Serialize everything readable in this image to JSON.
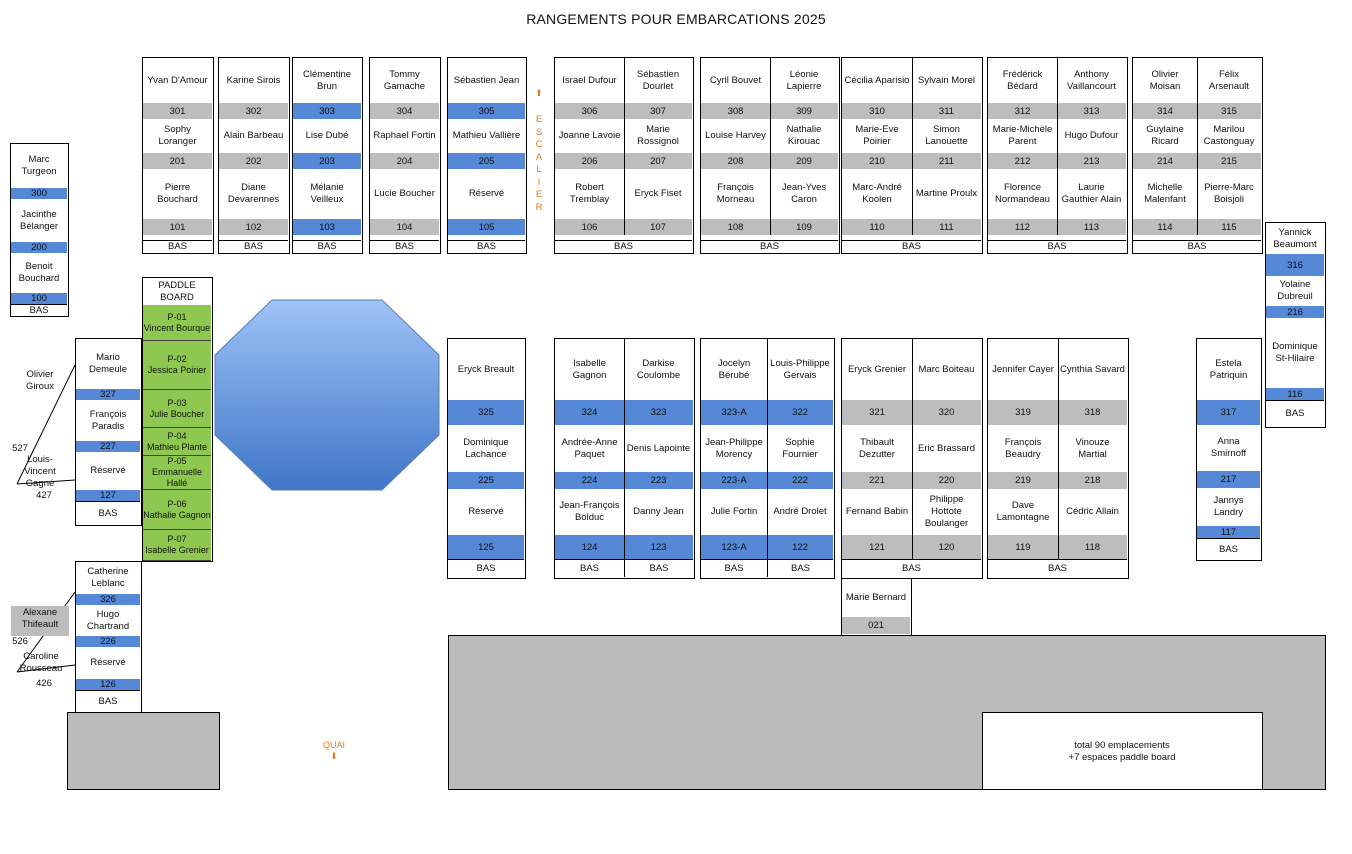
{
  "title": "RANGEMENTS POUR EMBARCATIONS 2025",
  "bas": "BAS",
  "paddle_title": "PADDLE BOARD",
  "paddle": [
    {
      "code": "P-01",
      "name": "Vincent Bourque"
    },
    {
      "code": "P-02",
      "name": "Jessica Poirier"
    },
    {
      "code": "P-03",
      "name": "Julie Boucher"
    },
    {
      "code": "P-04",
      "name": "Mathieu Plante"
    },
    {
      "code": "P-05",
      "name": "Emmanuelle Hallé"
    },
    {
      "code": "P-06",
      "name": "Nathalie Gagnon"
    },
    {
      "code": "P-07",
      "name": "Isabelle Grenier"
    }
  ],
  "escalier": "ESCALIER",
  "quai": "QUAI",
  "total_line1": "total 90 emplacements",
  "total_line2": "+7 espaces paddle board",
  "far_left": [
    {
      "name": "Marc Turgeon",
      "num": "300",
      "color": "blue"
    },
    {
      "name": "Jacinthe Bélanger",
      "num": "200",
      "color": "blue"
    },
    {
      "name": "Benoit Bouchard",
      "num": "100",
      "color": "blue"
    }
  ],
  "top_singles": [
    {
      "cells": [
        {
          "name": "Yvan D'Amour",
          "num": "301",
          "color": "gray"
        },
        {
          "name": "Sophy Loranger",
          "num": "201",
          "color": "gray"
        },
        {
          "name": "Pierre Bouchard",
          "num": "101",
          "color": "gray"
        }
      ]
    },
    {
      "cells": [
        {
          "name": "Karine Sirois",
          "num": "302",
          "color": "gray"
        },
        {
          "name": "Alain Barbeau",
          "num": "202",
          "color": "gray"
        },
        {
          "name": "Diane Devarennes",
          "num": "102",
          "color": "gray"
        }
      ]
    },
    {
      "cells": [
        {
          "name": "Clémentine Brun",
          "num": "303",
          "color": "blue"
        },
        {
          "name": "Lise Dubé",
          "num": "203",
          "color": "blue"
        },
        {
          "name": "Mélanie Veilleux",
          "num": "103",
          "color": "blue"
        }
      ]
    },
    {
      "cells": [
        {
          "name": "Tommy Gamache",
          "num": "304",
          "color": "gray"
        },
        {
          "name": "Raphael Fortin",
          "num": "204",
          "color": "gray"
        },
        {
          "name": "Lucie Boucher",
          "num": "104",
          "color": "gray"
        }
      ]
    },
    {
      "cells": [
        {
          "name": "Sébastien Jean",
          "num": "305",
          "color": "blue"
        },
        {
          "name": "Mathieu Vallière",
          "num": "205",
          "color": "blue"
        },
        {
          "name": "Réservé",
          "num": "105",
          "color": "blue"
        }
      ]
    }
  ],
  "top_pairs": [
    {
      "cols": [
        [
          {
            "name": "Israel Dufour",
            "num": "306"
          },
          {
            "name": "Joanne Lavoie",
            "num": "206"
          },
          {
            "name": "Robert Tremblay",
            "num": "106"
          }
        ],
        [
          {
            "name": "Sébastien Dourlet",
            "num": "307"
          },
          {
            "name": "Marie Rossignol",
            "num": "207"
          },
          {
            "name": "Eryck Fiset",
            "num": "107"
          }
        ]
      ]
    },
    {
      "cols": [
        [
          {
            "name": "Cyril Bouvet",
            "num": "308"
          },
          {
            "name": "Louise Harvey",
            "num": "208"
          },
          {
            "name": "François Morneau",
            "num": "108"
          }
        ],
        [
          {
            "name": "Léonie Lapierre",
            "num": "309"
          },
          {
            "name": "Nathalie Kirouac",
            "num": "209"
          },
          {
            "name": "Jean-Yves Caron",
            "num": "109"
          }
        ]
      ]
    },
    {
      "cols": [
        [
          {
            "name": "Cécilia Aparisio",
            "num": "310"
          },
          {
            "name": "Marie-Eve Poirier",
            "num": "210"
          },
          {
            "name": "Marc-André Koolen",
            "num": "110"
          }
        ],
        [
          {
            "name": "Sylvain Morel",
            "num": "311"
          },
          {
            "name": "Simon Lanouette",
            "num": "211"
          },
          {
            "name": "Martine Proulx",
            "num": "111"
          }
        ]
      ]
    },
    {
      "cols": [
        [
          {
            "name": "Frédérick Bédard",
            "num": "312"
          },
          {
            "name": "Marie-Michèle Parent",
            "num": "212"
          },
          {
            "name": "Florence Normandeau",
            "num": "112"
          }
        ],
        [
          {
            "name": "Anthony Vaillancourt",
            "num": "313"
          },
          {
            "name": "Hugo Dufour",
            "num": "213"
          },
          {
            "name": "Laurie Gauthier Alain",
            "num": "113"
          }
        ]
      ]
    },
    {
      "cols": [
        [
          {
            "name": "Olivier Moisan",
            "num": "314"
          },
          {
            "name": "Guylaine Ricard",
            "num": "214"
          },
          {
            "name": "Michelle Malenfant",
            "num": "114"
          }
        ],
        [
          {
            "name": "Félix Arsenault",
            "num": "315"
          },
          {
            "name": "Marilou Castonguay",
            "num": "215"
          },
          {
            "name": "Pierre-Marc Boisjoli",
            "num": "115"
          }
        ]
      ]
    }
  ],
  "right_col": [
    {
      "name": "Yannick Beaumont",
      "num": "316",
      "color": "blue"
    },
    {
      "name": "Yolaine Dubreuil",
      "num": "216",
      "color": "blue"
    },
    {
      "name": "Dominique St-Hilaire",
      "num": "116",
      "color": "blue"
    }
  ],
  "left_mid": [
    {
      "name": "Mario Demeule",
      "num": "327",
      "color": "blue"
    },
    {
      "name": "François Paradis",
      "num": "227",
      "color": "blue"
    },
    {
      "name": "Réservé",
      "num": "127",
      "color": "blue"
    }
  ],
  "left_low": [
    {
      "name": "Catherine Leblanc",
      "num": "326",
      "color": "blue"
    },
    {
      "name": "Hugo Chartrand",
      "num": "226",
      "color": "blue"
    },
    {
      "name": "Réservé",
      "num": "126",
      "color": "blue"
    }
  ],
  "outside_labels": {
    "olivier": "Olivier Giroux",
    "n527": "527",
    "louis": "Louis-Vincent Gagné",
    "n427": "427",
    "alexane": "Alexane Thifeault",
    "n526": "526",
    "caroline": "Caroline Rousseau",
    "n426": "426"
  },
  "mid_singles": [
    {
      "cells": [
        {
          "name": "Eryck Breault",
          "num": "325",
          "color": "blue"
        },
        {
          "name": "Dominique Lachance",
          "num": "225",
          "color": "blue"
        },
        {
          "name": "Réservé",
          "num": "125",
          "color": "blue"
        }
      ]
    }
  ],
  "mid_pairs": [
    {
      "cols": [
        [
          {
            "name": "Isabelle Gagnon",
            "num": "324",
            "color": "blue"
          },
          {
            "name": "Andrée-Anne Paquet",
            "num": "224",
            "color": "blue"
          },
          {
            "name": "Jean-François Bolduc",
            "num": "124",
            "color": "blue"
          }
        ],
        [
          {
            "name": "Darkise Coulombe",
            "num": "323",
            "color": "blue"
          },
          {
            "name": "Denis Lapointe",
            "num": "223",
            "color": "blue"
          },
          {
            "name": "Danny Jean",
            "num": "123",
            "color": "blue"
          }
        ]
      ],
      "split": true
    },
    {
      "cols": [
        [
          {
            "name": "Jocelyn Bérubé",
            "num": "323-A",
            "color": "blue"
          },
          {
            "name": "Jean-Philippe Morency",
            "num": "223-A",
            "color": "blue"
          },
          {
            "name": "Julie Fortin",
            "num": "123-A",
            "color": "blue"
          }
        ],
        [
          {
            "name": "Louis-Philippe Gervais",
            "num": "322",
            "color": "blue"
          },
          {
            "name": "Sophie Fournier",
            "num": "222",
            "color": "blue"
          },
          {
            "name": "André Drolet",
            "num": "122",
            "color": "blue"
          }
        ]
      ],
      "split": true
    },
    {
      "cols": [
        [
          {
            "name": "Eryck Grenier",
            "num": "321",
            "color": "gray"
          },
          {
            "name": "Thibault Dezutter",
            "num": "221",
            "color": "gray"
          },
          {
            "name": "Fernand Babin",
            "num": "121",
            "color": "gray"
          }
        ],
        [
          {
            "name": "Marc Boiteau",
            "num": "320",
            "color": "gray"
          },
          {
            "name": "Eric Brassard",
            "num": "220",
            "color": "gray"
          },
          {
            "name": "Philippe Hottote Boulanger",
            "num": "120",
            "color": "gray"
          }
        ]
      ],
      "split": false
    },
    {
      "cols": [
        [
          {
            "name": "Jennifer Cayer",
            "num": "319",
            "color": "gray"
          },
          {
            "name": "François Beaudry",
            "num": "219",
            "color": "gray"
          },
          {
            "name": "Dave Lamontagne",
            "num": "119",
            "color": "gray"
          }
        ],
        [
          {
            "name": "Cynthia Savard",
            "num": "318",
            "color": "gray"
          },
          {
            "name": "Vinouze Martial",
            "num": "218",
            "color": "gray"
          },
          {
            "name": "Cédric Allain",
            "num": "118",
            "color": "gray"
          }
        ]
      ],
      "split": false
    }
  ],
  "right_mid": [
    {
      "name": "Estela Patriquin",
      "num": "317",
      "color": "blue"
    },
    {
      "name": "Anna Smirnoff",
      "num": "217",
      "color": "blue"
    },
    {
      "name": "Jannys Landry",
      "num": "117",
      "color": "blue"
    }
  ],
  "marie": {
    "name": "Marie Bernard",
    "num": "021"
  },
  "colors": {
    "blue": "#5588d6",
    "gray": "#bdbdbd",
    "green": "#8fc851",
    "orange": "#e07a1c",
    "octagon_top": "#9ec3f7",
    "octagon_bottom": "#3f76c8"
  }
}
